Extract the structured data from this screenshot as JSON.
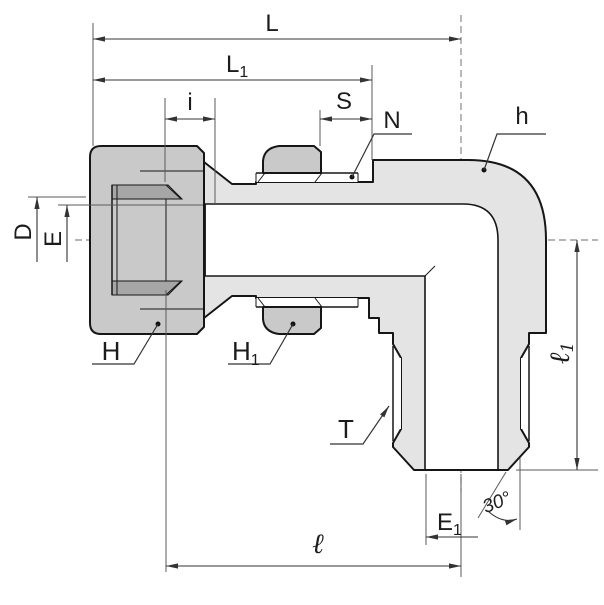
{
  "drawing_title": "elbow-tube-fitting-section-drawing",
  "colors": {
    "background": "#ffffff",
    "body": "#e4e4e4",
    "nut": "#c9c9c9",
    "shading": "#a6a6a6",
    "bore": "#ffffff",
    "outline": "#161616",
    "dimension": "#333333",
    "centerline": "#8a8a8a"
  },
  "labels": {
    "L": "L",
    "L1": {
      "base": "L",
      "sub": "1"
    },
    "i": "i",
    "S": "S",
    "N": "N",
    "h": "h",
    "D": "D",
    "E": "E",
    "H": "H",
    "H1": {
      "base": "H",
      "sub": "1"
    },
    "T": "T",
    "l1": {
      "base": "ℓ",
      "sub": "1"
    },
    "E1": {
      "base": "E",
      "sub": "1"
    },
    "ell": "ℓ",
    "angle30": "30°"
  }
}
